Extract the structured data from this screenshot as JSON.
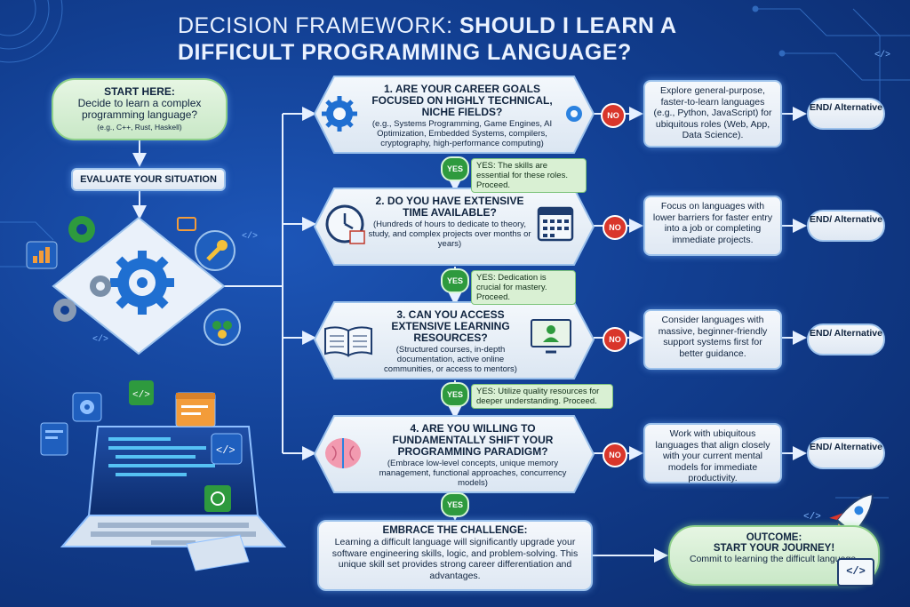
{
  "title": {
    "part1": "DECISION FRAMEWORK: ",
    "part2": "SHOULD I LEARN A",
    "part3": "DIFFICULT PROGRAMMING LANGUAGE?"
  },
  "start": {
    "title": "START HERE:",
    "question": "Decide to learn a complex programming language?",
    "examples": "(e.g., C++, Rust, Haskell)"
  },
  "evaluate": "EVALUATE YOUR SITUATION",
  "questions": [
    {
      "q": "1. ARE YOUR CAREER GOALS FOCUSED ON HIGHLY TECHNICAL, NICHE FIELDS?",
      "detail": "(e.g., Systems Programming, Game Engines, AI Optimization, Embedded Systems, compilers, cryptography, high-performance computing)",
      "no": "NO",
      "yes": "YES",
      "yes_note": "YES: The skills are essential for these roles. Proceed.",
      "alternative": "Explore general-purpose, faster-to-learn languages (e.g., Python, JavaScript) for ubiquitous roles (Web, App, Data Science).",
      "end": "END/ Alternative"
    },
    {
      "q": "2. DO YOU HAVE EXTENSIVE TIME AVAILABLE?",
      "detail": "(Hundreds of hours to dedicate to theory, study, and complex projects over months or years)",
      "no": "NO",
      "yes": "YES",
      "yes_note": "YES: Dedication is crucial for mastery. Proceed.",
      "alternative": "Focus on languages with lower barriers for faster entry into a job or completing immediate projects.",
      "end": "END/ Alternative"
    },
    {
      "q": "3. CAN YOU ACCESS EXTENSIVE LEARNING RESOURCES?",
      "detail": "(Structured courses, in-depth documentation, active online communities, or access to mentors)",
      "no": "NO",
      "yes": "YES",
      "yes_note": "YES: Utilize quality resources for deeper understanding. Proceed.",
      "alternative": "Consider languages with massive, beginner-friendly support systems first for better guidance.",
      "end": "END/ Alternative"
    },
    {
      "q": "4. ARE YOU WILLING TO FUNDAMENTALLY SHIFT YOUR PROGRAMMING PARADIGM?",
      "detail": "(Embrace low-level concepts, unique memory management, functional approaches, concurrency models)",
      "no": "NO",
      "yes": "YES",
      "alternative": "Work with ubiquitous languages that align closely with your current mental models for immediate productivity.",
      "end": "END/ Alternative"
    }
  ],
  "embrace": {
    "title": "EMBRACE THE CHALLENGE:",
    "detail": "Learning a difficult language will significantly upgrade your software engineering skills, logic, and problem-solving. This unique skill set provides strong career differentiation and advantages."
  },
  "outcome": {
    "title": "OUTCOME:",
    "subtitle": "START YOUR JOURNEY!",
    "detail": "Commit to learning the difficult language."
  },
  "code_tag": "</>",
  "colors": {
    "background": "#123f92",
    "box_border": "#9cc2ec",
    "start_fill": "#c9e8c7",
    "yes": "#2e9a3e",
    "no": "#d9362b",
    "accent": "#3aa0ff"
  },
  "icons": [
    "gear-icon",
    "clock-icon",
    "calendar-icon",
    "book-icon",
    "monitor-person-icon",
    "brain-icon",
    "laptop-icon",
    "rocket-icon",
    "code-bracket-icon",
    "wrench-icon",
    "people-icon"
  ]
}
